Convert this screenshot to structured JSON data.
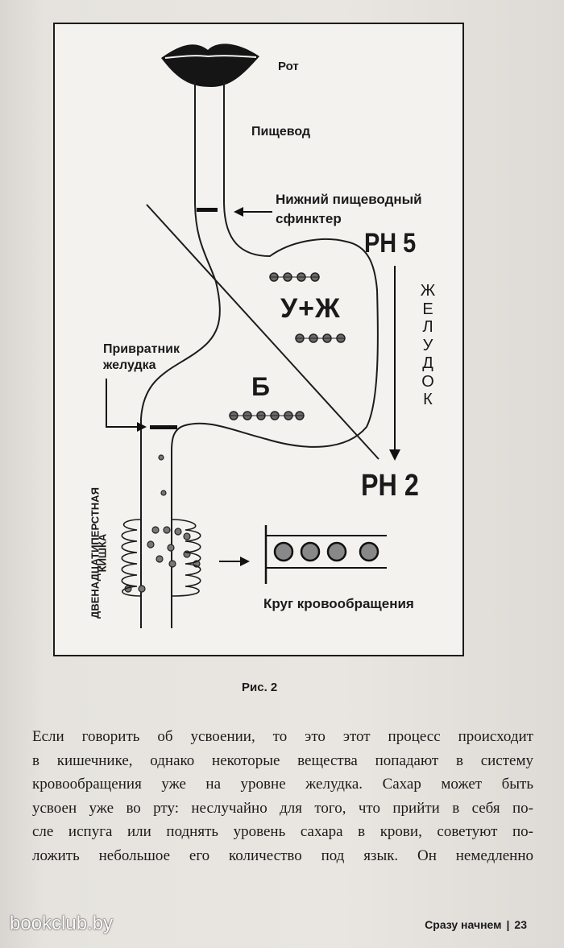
{
  "figure": {
    "mouth": "Рот",
    "esophagus": "Пищевод",
    "sphincter_line1": "Нижний пищеводный",
    "sphincter_line2": "сфинктер",
    "ph_top": "PH 5",
    "stomach_vertical": "ЖЕЛУДОК",
    "fat_protein": "У+Ж",
    "protein": "Б",
    "pylorus_line1": "Привратник",
    "pylorus_line2": "желудка",
    "ph_bottom": "PH 2",
    "duodenum_line1": "ДВЕНАДЦАТИПЕРСТНАЯ",
    "duodenum_line2": "КИШКА",
    "circulation": "Круг кровообращения"
  },
  "caption": "Рис. 2",
  "body_lines": [
    "Если говорить об усвоении, то это этот процесс происходит",
    "в кишечнике, однако некоторые вещества попадают в систему",
    "кровообращения уже на уровне желудка. Сахар может быть",
    "усвоен уже во рту: неслучайно для того, что прийти в себя по-",
    "сле испуга или поднять уровень сахара в крови, советуют по-",
    "ложить небольшое его количество под язык. Он немедленно"
  ],
  "footer": {
    "running_title": "Сразу начнем",
    "page_number": "23"
  },
  "watermark": "bookclub.by"
}
